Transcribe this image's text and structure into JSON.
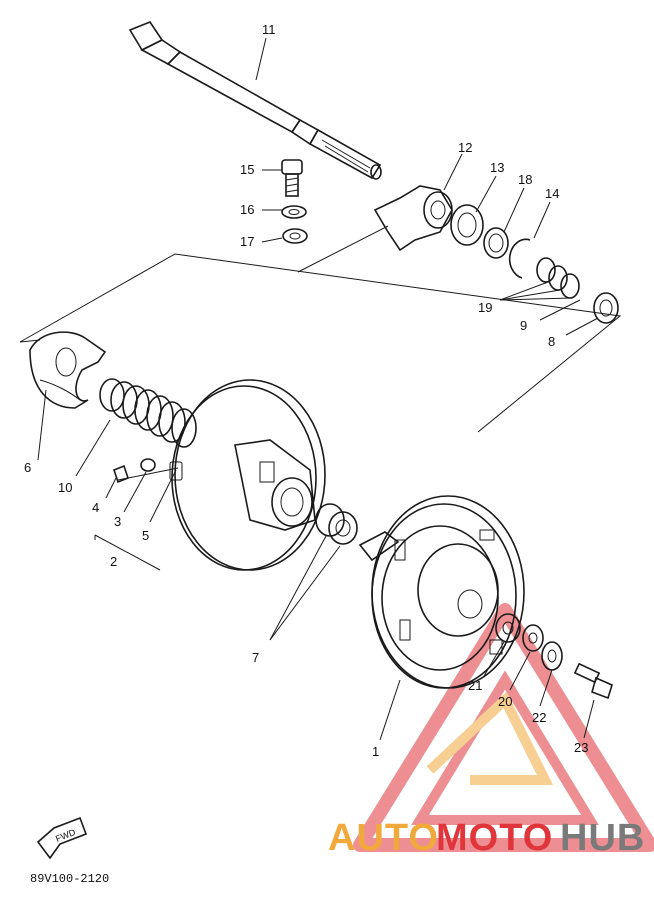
{
  "callouts": [
    {
      "id": "1",
      "text": "1"
    },
    {
      "id": "2",
      "text": "2"
    },
    {
      "id": "3",
      "text": "3"
    },
    {
      "id": "4",
      "text": "4"
    },
    {
      "id": "5",
      "text": "5"
    },
    {
      "id": "6",
      "text": "6"
    },
    {
      "id": "7",
      "text": "7"
    },
    {
      "id": "8",
      "text": "8"
    },
    {
      "id": "9",
      "text": "9"
    },
    {
      "id": "10",
      "text": "10"
    },
    {
      "id": "11",
      "text": "11"
    },
    {
      "id": "12",
      "text": "12"
    },
    {
      "id": "13",
      "text": "13"
    },
    {
      "id": "14",
      "text": "14"
    },
    {
      "id": "15",
      "text": "15"
    },
    {
      "id": "16",
      "text": "16"
    },
    {
      "id": "17",
      "text": "17"
    },
    {
      "id": "18",
      "text": "18"
    },
    {
      "id": "19",
      "text": "19"
    },
    {
      "id": "20",
      "text": "20"
    },
    {
      "id": "21",
      "text": "21"
    },
    {
      "id": "22",
      "text": "22"
    },
    {
      "id": "23",
      "text": "23"
    }
  ],
  "fwd_label": "FWD",
  "diagram_code": "89V100-2120",
  "watermark": {
    "part1": "AUTO",
    "part2": "MOTO",
    "part3": "HUB",
    "color_orange": "#f2a93b",
    "color_red": "#e0353a",
    "color_gray": "#7a7a7a"
  }
}
